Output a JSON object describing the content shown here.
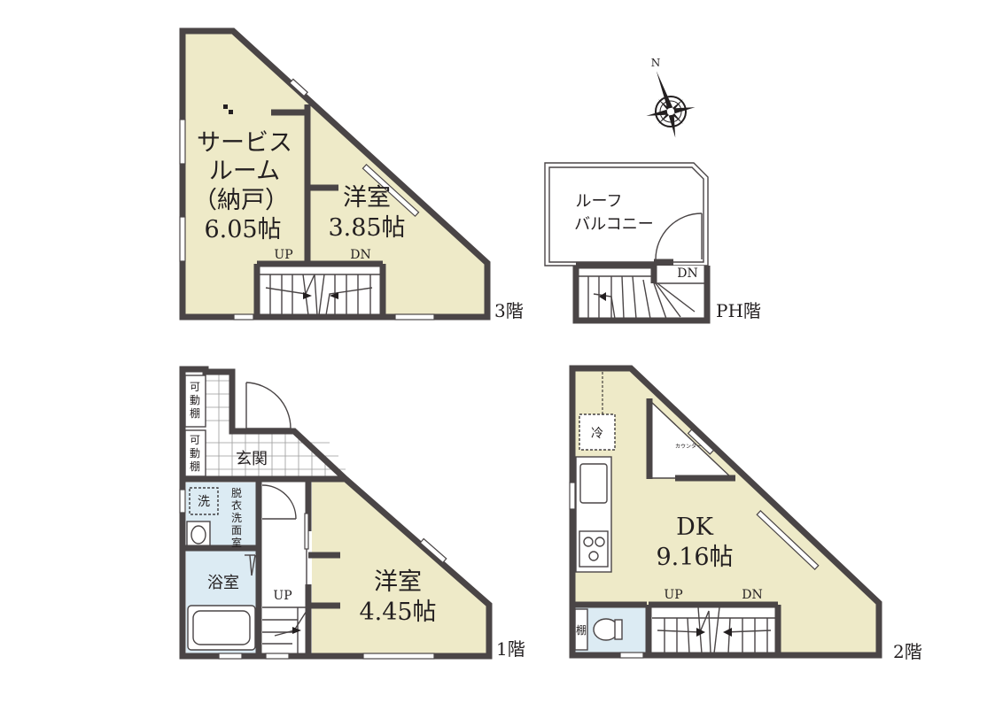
{
  "floor3": {
    "label": "3階",
    "service_room": {
      "line1": "サービス",
      "line2": "ルーム",
      "line3": "（納戸）",
      "size": "6.05帖"
    },
    "western_room": {
      "name": "洋室",
      "size": "3.85帖"
    },
    "stair_up": "UP",
    "stair_down": "DN"
  },
  "floor_ph": {
    "label": "PH階",
    "roof_balcony": {
      "line1": "ルーフ",
      "line2": "バルコニー"
    },
    "stair_down": "DN"
  },
  "floor1": {
    "label": "1階",
    "shelf_1": "可動棚",
    "shelf_2": "可動棚",
    "entrance": "玄関",
    "washer": "洗",
    "dressing_room": "脱衣洗面室",
    "bathroom": "浴室",
    "western_room": {
      "name": "洋室",
      "size": "4.45帖"
    },
    "stair_up": "UP"
  },
  "floor2": {
    "label": "2階",
    "fridge": "冷",
    "counter": "カウンター",
    "dk": {
      "name": "DK",
      "size": "9.16帖"
    },
    "shelf": "棚",
    "stair_up": "UP",
    "stair_down": "DN"
  },
  "compass": {
    "north": "N"
  },
  "colors": {
    "room": "#eeeac8",
    "wet": "#dcebf3",
    "wall": "#4a4546"
  }
}
